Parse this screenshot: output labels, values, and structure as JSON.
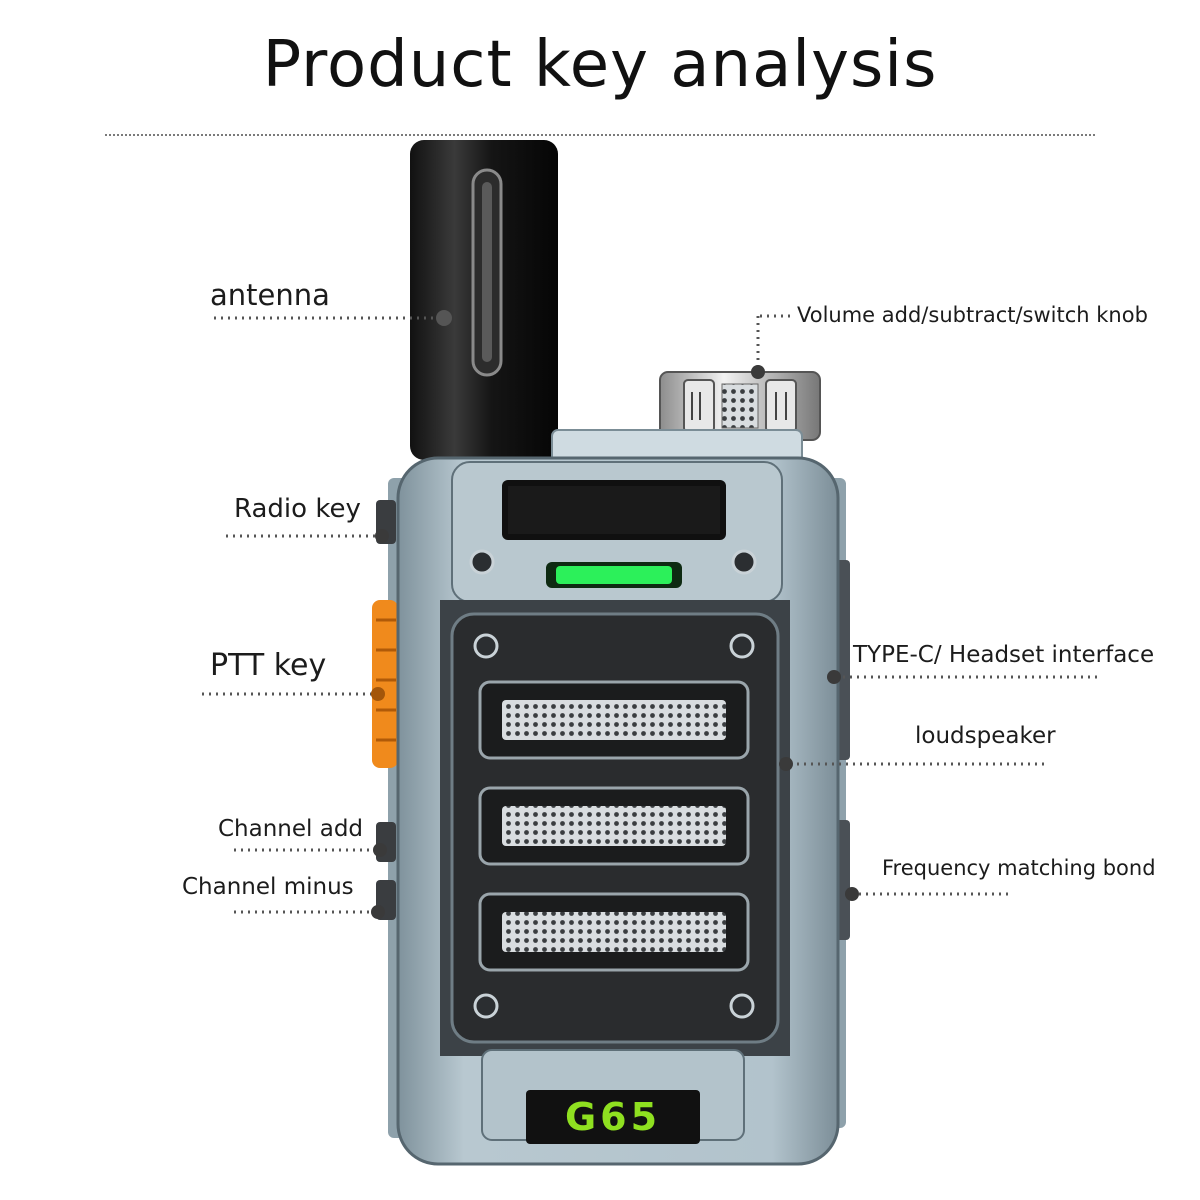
{
  "title": "Product key analysis",
  "labels": {
    "antenna": "antenna",
    "volume_knob": "Volume add/subtract/switch knob",
    "radio_key": "Radio key",
    "ptt_key": "PTT key",
    "type_c": "TYPE-C/ Headset interface",
    "loudspeaker": "loudspeaker",
    "channel_add": "Channel add",
    "channel_minus": "Channel minus",
    "frequency_bond": "Frequency matching bond"
  },
  "model": "G65",
  "colors": {
    "body": "#a6b8c2",
    "frame_dark": "#2a2c2e",
    "led": "#2cf05a",
    "ptt": "#f08a1c",
    "model_text": "#8fe020"
  }
}
